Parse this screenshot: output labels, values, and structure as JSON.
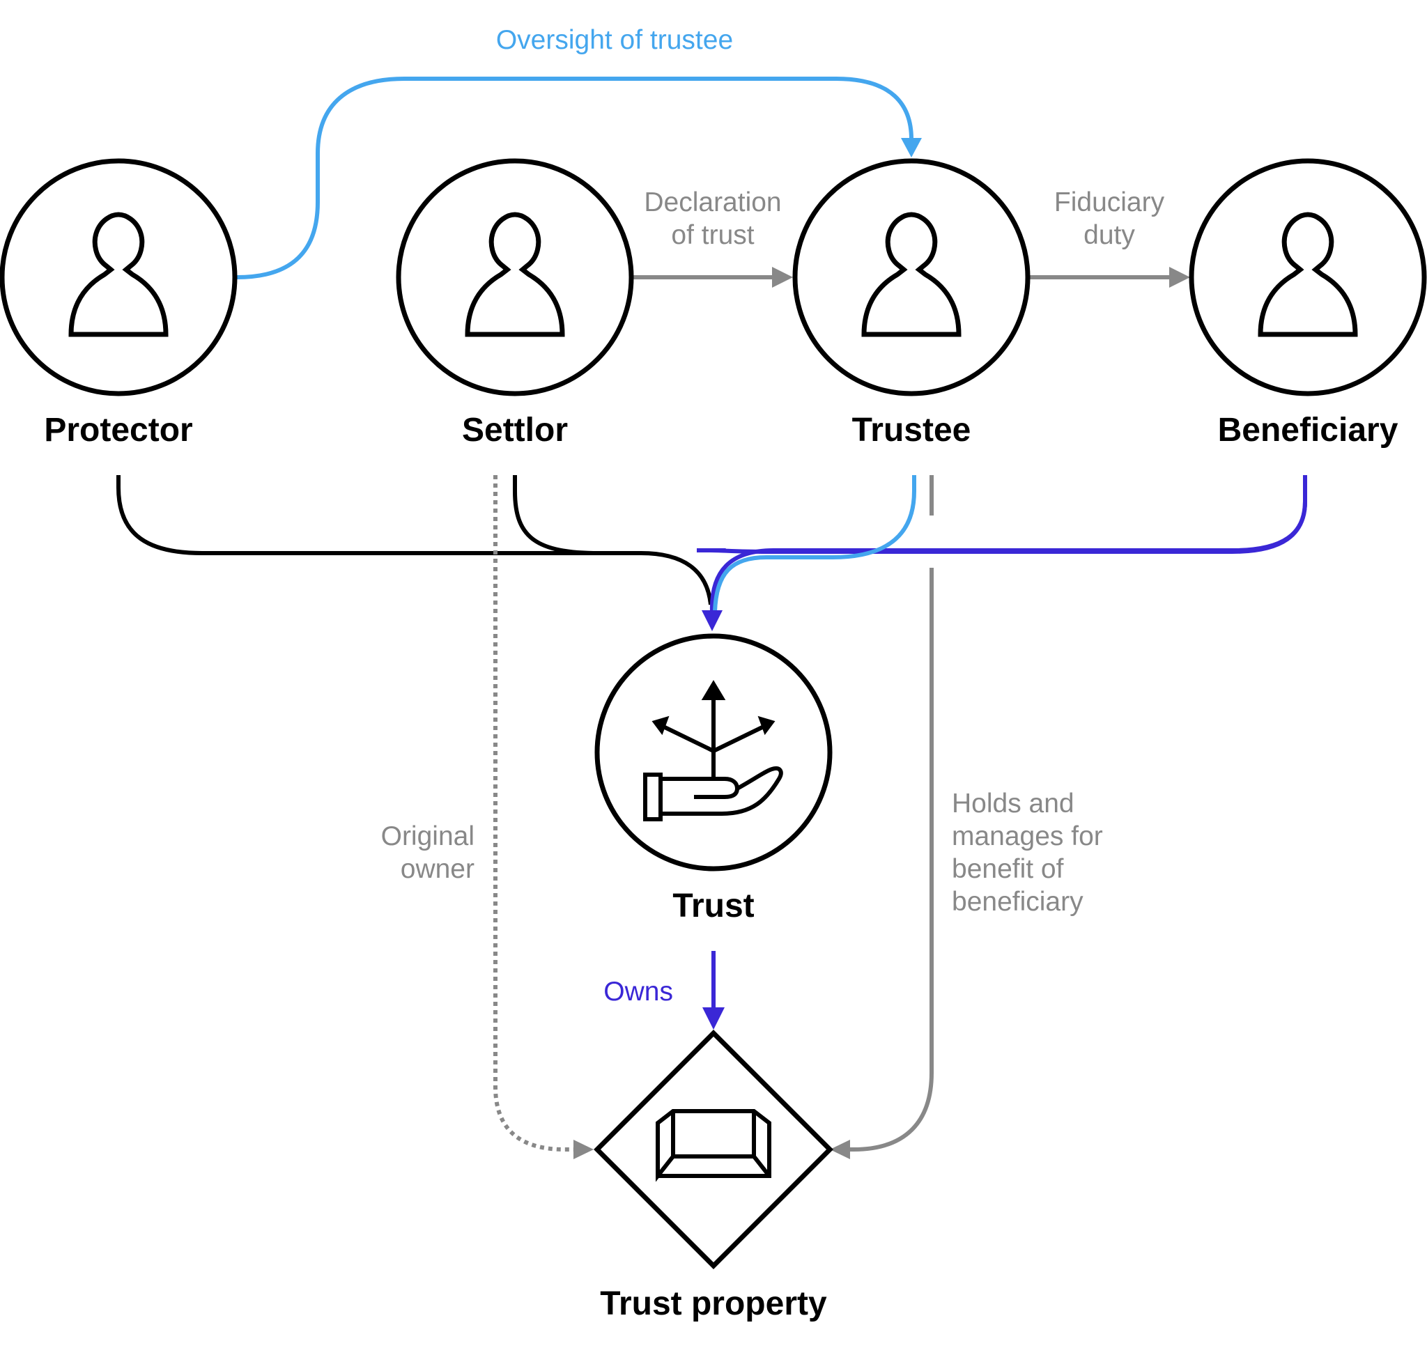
{
  "nodes": {
    "protector": "Protector",
    "settlor": "Settlor",
    "trustee": "Trustee",
    "beneficiary": "Beneficiary",
    "trust": "Trust",
    "trust_property": "Trust property"
  },
  "edges": {
    "oversight": "Oversight of trustee",
    "declaration": [
      "Declaration",
      "of trust"
    ],
    "fiduciary": [
      "Fiduciary",
      "duty"
    ],
    "original_owner": [
      "Original",
      "owner"
    ],
    "holds": [
      "Holds and",
      "manages for",
      "benefit of",
      "beneficiary"
    ],
    "owns": "Owns"
  },
  "colors": {
    "light_blue": "#44a6ee",
    "indigo": "#3a27d6",
    "gray": "#888888",
    "black": "#000000"
  },
  "icons": {
    "person": "person-icon",
    "trust": "hand-with-branching-arrows-icon",
    "property": "gold-bar-icon"
  }
}
